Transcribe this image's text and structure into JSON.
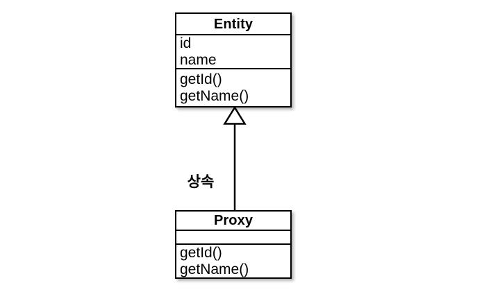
{
  "diagram": {
    "type": "uml-class-diagram",
    "background_color": "#ffffff",
    "line_color": "#000000",
    "fill_color": "#ffffff",
    "classes": [
      {
        "id": "entity",
        "name": "Entity",
        "attributes": [
          "id",
          "name"
        ],
        "operations": [
          "getId()",
          "getName()"
        ]
      },
      {
        "id": "proxy",
        "name": "Proxy",
        "attributes": [],
        "operations": [
          "getId()",
          "getName()"
        ]
      }
    ],
    "relationship": {
      "kind": "generalization",
      "label": "상속",
      "source": "Proxy",
      "target": "Entity",
      "arrow_style": "hollow-triangle"
    }
  }
}
